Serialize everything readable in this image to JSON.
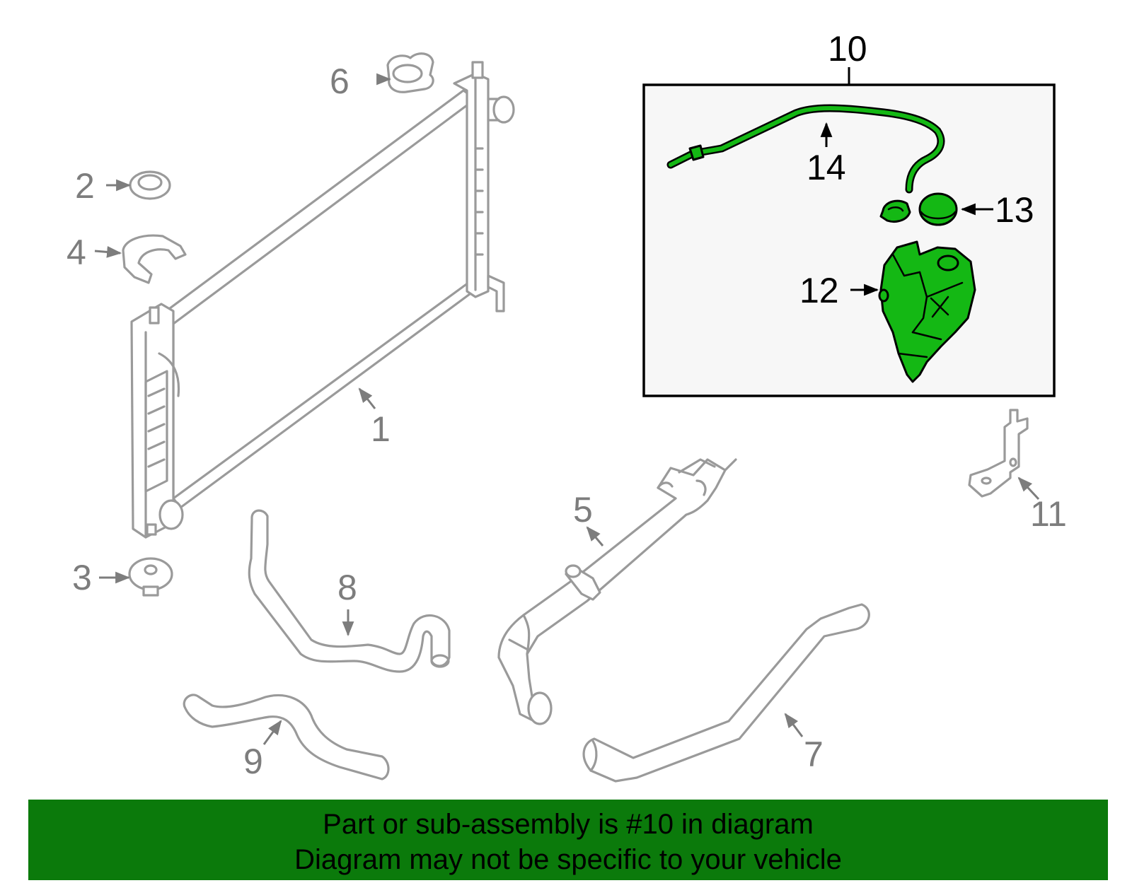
{
  "callouts": {
    "c1": "1",
    "c2": "2",
    "c3": "3",
    "c4": "4",
    "c5": "5",
    "c6": "6",
    "c7": "7",
    "c8": "8",
    "c9": "9",
    "c10": "10",
    "c11": "11",
    "c12": "12",
    "c13": "13",
    "c14": "14"
  },
  "banner": {
    "line1": "Part or sub-assembly is #10 in diagram",
    "line2": "Diagram may not be specific to your vehicle"
  },
  "colors": {
    "highlight_part": "#14b814",
    "banner_background": "#0b7a0b",
    "inactive_part": "#9a9a9a"
  }
}
